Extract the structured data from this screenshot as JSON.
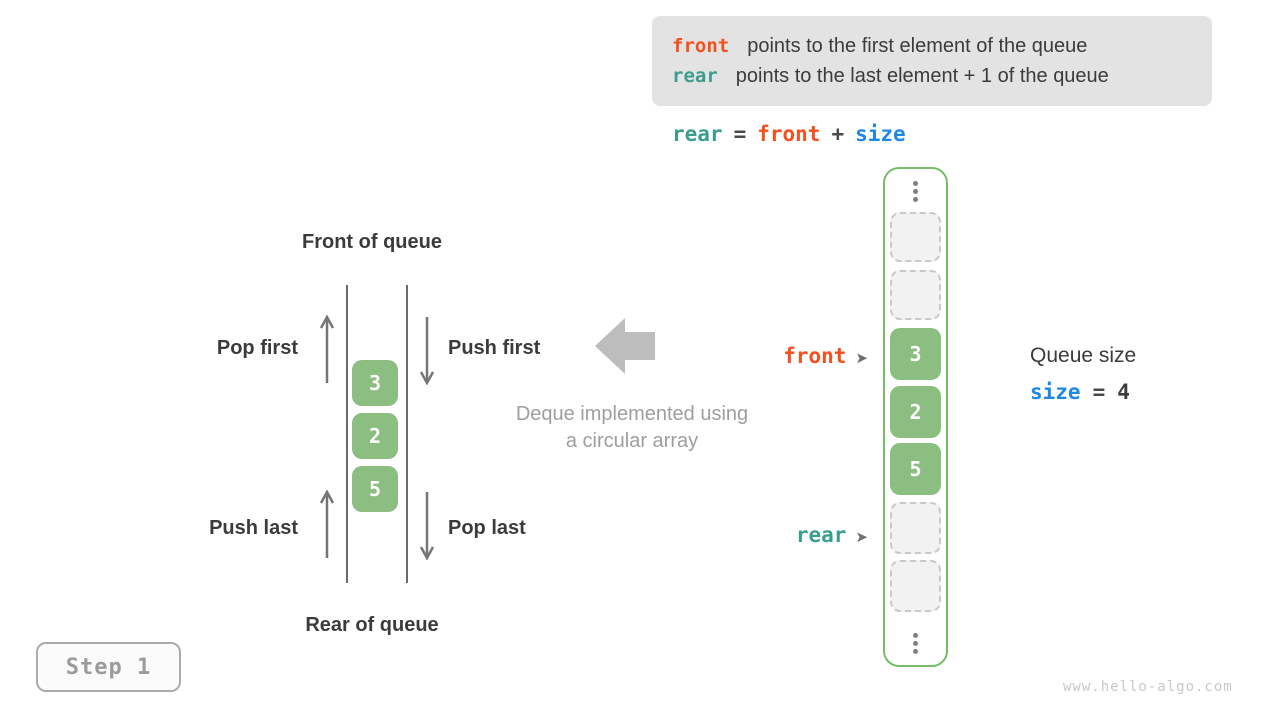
{
  "colors": {
    "orange_front": "#f4511e",
    "teal_rear": "#3a9d8d",
    "blue_size": "#1e88e5",
    "green_cell_fill": "#8bbe80",
    "green_array_border": "#77bd68",
    "dark_text": "#3b3b3b",
    "gray_text": "#9e9e9e",
    "info_box_bg": "#e3e3e3",
    "block_arrow_gray": "#bdbdbd"
  },
  "info_box": {
    "line1_keyword": "front",
    "line1_text": "points to the first element of the queue",
    "line2_keyword": "rear",
    "line2_text": "points to the last element + 1 of the queue"
  },
  "equation": {
    "lhs": "rear",
    "equals": "=",
    "term1": "front",
    "plus": "+",
    "term2": "size"
  },
  "left_diagram": {
    "front_of_queue": "Front of queue",
    "rear_of_queue": "Rear of queue",
    "pop_first": "Pop first",
    "push_first": "Push first",
    "push_last": "Push last",
    "pop_last": "Pop last",
    "cells": [
      "3",
      "2",
      "5"
    ]
  },
  "caption": {
    "line1": "Deque implemented using",
    "line2": "a circular array"
  },
  "array_panel": {
    "front_label": "front",
    "rear_label": "rear",
    "pointer_arrow": "➤",
    "values": {
      "v0": "3",
      "v1": "2",
      "v2": "5"
    }
  },
  "queue_size": {
    "title": "Queue size",
    "variable": "size",
    "equals": "=",
    "value": "4"
  },
  "step_button": {
    "label": "Step 1"
  },
  "watermark": "www.hello-algo.com"
}
